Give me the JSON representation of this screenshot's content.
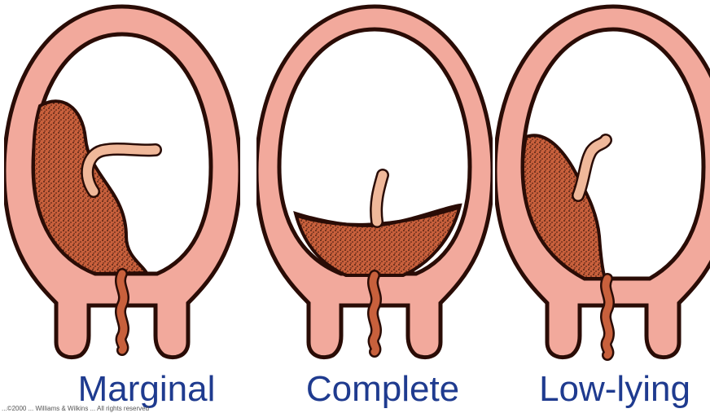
{
  "figure": {
    "panels": [
      {
        "id": "marginal",
        "label": "Marginal"
      },
      {
        "id": "complete",
        "label": "Complete"
      },
      {
        "id": "low-lying",
        "label": "Low-lying"
      }
    ],
    "colors": {
      "uterine_wall": "#f2a99c",
      "outline": "#2a0c06",
      "placenta": "#c8603c",
      "placenta_shade": "#3a140a",
      "cord": "#f0b89a",
      "label_text": "#1f3b8f"
    },
    "copyright": "...©2000 ... Williams & Wilkins ... All rights reserved"
  }
}
